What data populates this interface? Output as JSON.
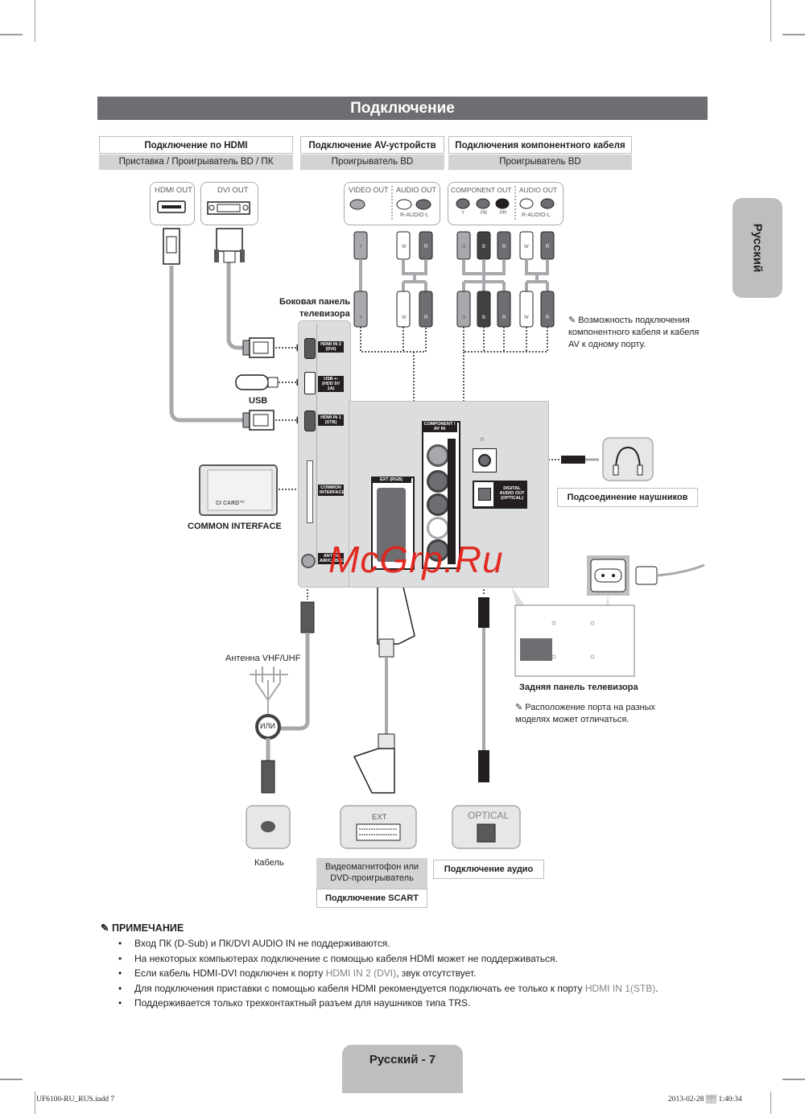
{
  "page": {
    "title": "Подключение",
    "side_tab": "Русский",
    "page_tab": "Русский - 7",
    "footer_left": "UF6100-RU_RUS.indd   7",
    "footer_right": "2013-02-28   ▒▒ 1:40:34",
    "watermark": "McGrp.Ru"
  },
  "sections": [
    {
      "header": "Подключение по HDMI",
      "device": "Приставка / Проигрыватель BD / ПК"
    },
    {
      "header": "Подключение AV-устройств",
      "device": "Проигрыватель BD"
    },
    {
      "header": "Подключения компонентного кабеля",
      "device": "Проигрыватель BD"
    }
  ],
  "source_ports": {
    "hdmi_out": "HDMI OUT",
    "dvi_out": "DVI OUT",
    "video_out": "VIDEO OUT",
    "audio_out": "AUDIO OUT",
    "r_audio_l": "R-AUDIO-L",
    "component_out": "COMPONENT OUT",
    "audio_out_2": "AUDIO OUT",
    "r_audio_l_2": "R-AUDIO-L",
    "comp_y": "Y",
    "comp_pb": "PB",
    "comp_pr": "PR"
  },
  "plugs": {
    "av": [
      "Y",
      "W",
      "R"
    ],
    "component": [
      "G",
      "B",
      "R",
      "W",
      "R"
    ]
  },
  "tv_side_panel": {
    "label_line1": "Боковая панель",
    "label_line2": "телевизора",
    "ports": {
      "hdmi_in_2": "HDMI IN 2 (DVI)",
      "usb": "USB ⇠ (HDD 5V 1A)",
      "hdmi_in_1": "HDMI IN 1 (STB)",
      "common_interface": "COMMON INTERFACE",
      "ant_in": "ANT IN AIR/CABLE"
    }
  },
  "tv_back_panel": {
    "component_av_in": "COMPONENT / AV IN",
    "ext_rgb": "EXT (RGB)",
    "digital_audio_out": "DIGITAL AUDIO OUT (OPTICAL)",
    "headphone_symbol": "🎧",
    "label": "Задняя панель телевизора",
    "note": "Расположение порта на разных моделях может отличаться."
  },
  "labels": {
    "usb": "USB",
    "common_interface": "COMMON INTERFACE",
    "ci_card": "CI CARD™",
    "antenna": "Антенна VHF/UHF",
    "or": "ИЛИ",
    "cable": "Кабель",
    "ext": "EXT",
    "optical": "OPTICAL",
    "vcr_dvd": "Видеомагнитофон или DVD-проигрыватель",
    "scart_conn": "Подключение SCART",
    "audio_conn": "Подключение аудио",
    "headphones_conn": "Подсоединение наушников",
    "component_note": "Возможность подключения компонентного кабеля и кабеля AV к одному порту."
  },
  "notes": {
    "heading": "ПРИМЕЧАНИЕ",
    "items": [
      {
        "text": "Вход ПК (D-Sub) и ПК/DVI AUDIO IN не поддерживаются."
      },
      {
        "text": "На некоторых компьютерах подключение с помощью кабеля HDMI может не поддерживаться."
      },
      {
        "pre": "Если кабель HDMI-DVI подключен к порту ",
        "hl": "HDMI IN 2 (DVI)",
        "post": ", звук отсутствует."
      },
      {
        "pre": "Для подключения приставки с помощью кабеля HDMI рекомендуется подключать ее только к порту ",
        "hl": "HDMI IN 1(STB)",
        "post": "."
      },
      {
        "text": "Поддерживается только трехконтактный разъем для наушников типа TRS."
      }
    ]
  },
  "colors": {
    "title_bar": "#6d6e71",
    "subheader": "#d1d3d4",
    "panel": "#dcddde",
    "highlight_text": "#808285",
    "watermark": "#e2231a"
  }
}
